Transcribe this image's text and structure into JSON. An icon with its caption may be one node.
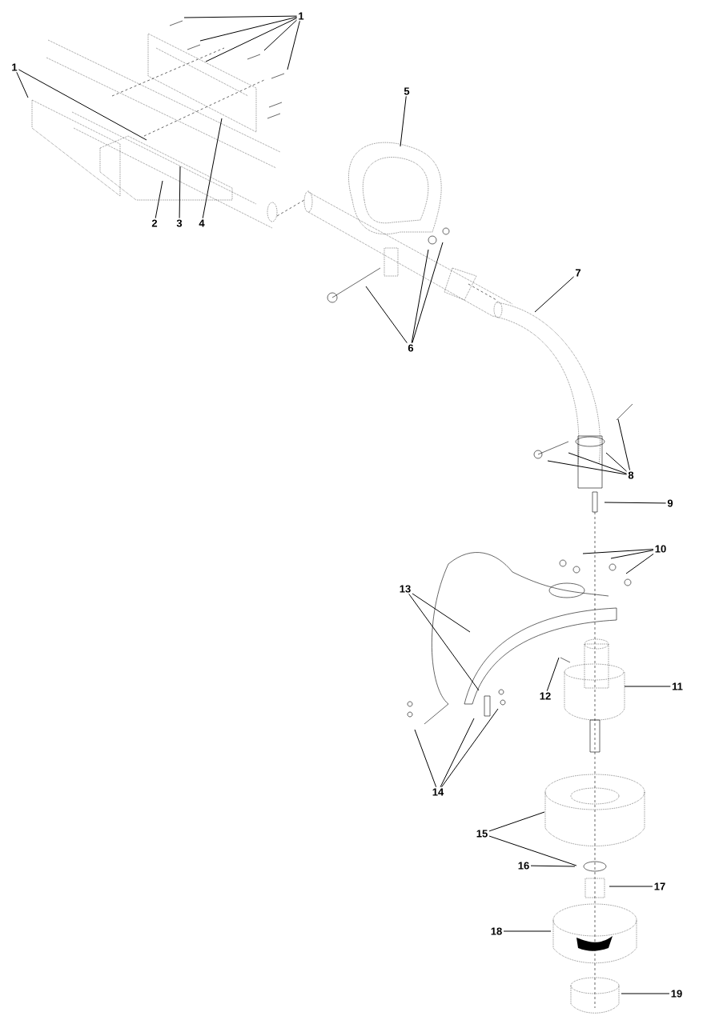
{
  "diagram": {
    "nodes": [
      {
        "text": [
          "1"
        ]
      },
      {
        "text": [
          "1"
        ]
      },
      {
        "text": [
          "2"
        ]
      },
      {
        "text": [
          "3"
        ]
      },
      {
        "text": [
          "4"
        ]
      },
      {
        "text": [
          "5"
        ]
      },
      {
        "text": [
          "6"
        ]
      },
      {
        "text": [
          "7"
        ]
      },
      {
        "text": [
          "8"
        ]
      },
      {
        "text": [
          "9"
        ]
      },
      {
        "text": [
          "10"
        ]
      },
      {
        "text": [
          "11"
        ]
      },
      {
        "text": [
          "12"
        ]
      },
      {
        "text": [
          "13"
        ]
      },
      {
        "text": [
          "14"
        ]
      },
      {
        "text": [
          "15"
        ]
      },
      {
        "text": [
          "16"
        ]
      },
      {
        "text": [
          "17"
        ]
      },
      {
        "text": [
          "18"
        ]
      },
      {
        "text": [
          "19"
        ]
      }
    ],
    "edges": [
      {
        "from": 0,
        "to": null,
        "arrow": "none"
      },
      {
        "from": 0,
        "to": null,
        "arrow": "none"
      },
      {
        "from": 0,
        "to": null,
        "arrow": "none"
      },
      {
        "from": 0,
        "to": null,
        "arrow": "none"
      },
      {
        "from": 0,
        "to": null,
        "arrow": "none"
      },
      {
        "from": 1,
        "to": null,
        "arrow": "none"
      },
      {
        "from": 1,
        "to": null,
        "arrow": "none"
      },
      {
        "from": 2,
        "to": null,
        "arrow": "none"
      },
      {
        "from": 3,
        "to": null,
        "arrow": "none"
      },
      {
        "from": 4,
        "to": null,
        "arrow": "none"
      },
      {
        "from": 5,
        "to": null,
        "arrow": "none"
      },
      {
        "from": 6,
        "to": null,
        "arrow": "none"
      },
      {
        "from": 6,
        "to": null,
        "arrow": "none"
      },
      {
        "from": 6,
        "to": null,
        "arrow": "none"
      },
      {
        "from": 7,
        "to": null,
        "arrow": "none"
      },
      {
        "from": 8,
        "to": null,
        "arrow": "none"
      },
      {
        "from": 8,
        "to": null,
        "arrow": "none"
      },
      {
        "from": 8,
        "to": null,
        "arrow": "none"
      },
      {
        "from": 8,
        "to": null,
        "arrow": "none"
      },
      {
        "from": 9,
        "to": null,
        "arrow": "none"
      },
      {
        "from": 10,
        "to": null,
        "arrow": "none"
      },
      {
        "from": 10,
        "to": null,
        "arrow": "none"
      },
      {
        "from": 10,
        "to": null,
        "arrow": "none"
      },
      {
        "from": 11,
        "to": null,
        "arrow": "none"
      },
      {
        "from": 12,
        "to": null,
        "arrow": "none"
      },
      {
        "from": 13,
        "to": null,
        "arrow": "none"
      },
      {
        "from": 13,
        "to": null,
        "arrow": "none"
      },
      {
        "from": 14,
        "to": null,
        "arrow": "none"
      },
      {
        "from": 14,
        "to": null,
        "arrow": "none"
      },
      {
        "from": 14,
        "to": null,
        "arrow": "none"
      },
      {
        "from": 15,
        "to": null,
        "arrow": "none"
      },
      {
        "from": 15,
        "to": null,
        "arrow": "none"
      },
      {
        "from": 16,
        "to": null,
        "arrow": "none"
      },
      {
        "from": 17,
        "to": null,
        "arrow": "none"
      },
      {
        "from": 18,
        "to": null,
        "arrow": "none"
      },
      {
        "from": 19,
        "to": null,
        "arrow": "none"
      }
    ]
  }
}
